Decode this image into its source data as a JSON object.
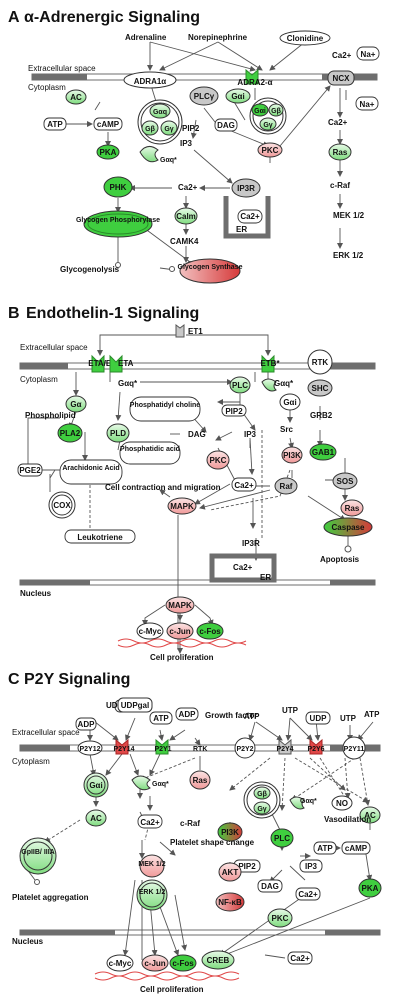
{
  "panels": [
    {
      "letter": "A",
      "title": "α-Adrenergic Signaling",
      "side_labels": {
        "extracellular": "Extracellular space",
        "cytoplasm": "Cytoplasm",
        "er": "ER"
      },
      "nodes": {
        "adrenaline": "Adrenaline",
        "norepinephrine": "Norepinephrine",
        "clonidine": "Clonidine",
        "ca_out": "Ca2+",
        "na_out": "Na+",
        "adra1a": "ADRA1α",
        "adra2a": "ADRA2-α",
        "ncx": "NCX",
        "na_in": "Na+",
        "ac": "AC",
        "gaq": "Gαq",
        "gb": "Gβ",
        "gg": "Gγ",
        "plcg": "PLCγ",
        "gai": "Gαi",
        "gai2": "Gαi",
        "gb2": "Gβ",
        "gg2": "Gγ",
        "atp": "ATP",
        "camp": "cAMP",
        "pip2": "PIP2",
        "dag": "DAG",
        "ca_cyto": "Ca2+",
        "pka": "PKA",
        "gaqstar": "Gαq*",
        "ip3": "IP3",
        "pkc": "PKC",
        "ras": "Ras",
        "craf": "c-Raf",
        "phk": "PHK",
        "ca2": "Ca2+",
        "ip3r": "IP3R",
        "ca_er": "Ca2+",
        "calm": "Calm",
        "camk4": "CAMK4",
        "mek": "MEK 1/2",
        "erk": "ERK 1/2",
        "glyphos": "Glycogen Phosphorylase",
        "glycogenolysis": "Glycogenolysis",
        "glysyn": "Glycogen Synthase"
      }
    },
    {
      "letter": "B",
      "title": "Endothelin-1 Signaling",
      "side_labels": {
        "extracellular": "Extracellular space",
        "cytoplasm": "Cytoplasm",
        "nucleus": "Nucleus",
        "er": "ER"
      },
      "nodes": {
        "et1": "ET1",
        "etab": "ETA/B",
        "eta": "ETA",
        "etb": "ETB*",
        "rtk": "RTK",
        "gaqstar": "Gαq*",
        "plc": "PLC",
        "gaqstar2": "Gαq*",
        "shc": "SHC",
        "ga": "Gα",
        "phospholipid": "Phospholipid",
        "phosphatidylcholine": "Phosphatidyl choline",
        "pip2": "PIP2",
        "gai": "Gαi",
        "grb2": "GRB2",
        "src": "Src",
        "pla2": "PLA2",
        "pld": "PLD",
        "dag": "DAG",
        "ip3": "IP3",
        "pi3k": "PI3K",
        "gab1": "GAB1",
        "phosphatidicacid": "Phosphatidic acid",
        "arachidonicacid": "Arachidonic Acid",
        "pge2": "PGE2",
        "pkc": "PKC",
        "sos": "SOS",
        "cox": "COX",
        "cellcontraction": "Cell contraction and migration",
        "ca_cyto": "Ca2+",
        "raf": "Raf",
        "ras": "Ras",
        "mapk": "MAPK",
        "caspase": "Caspase",
        "leukotriene": "Leukotriene",
        "apoptosis": "Apoptosis",
        "ip3r": "IP3R",
        "ca_er": "Ca2+",
        "mapk_n": "MAPK",
        "cmyc": "c-Myc",
        "cjun": "c-Jun",
        "cfos": "c-Fos",
        "prolif": "Cell proliferation"
      }
    },
    {
      "letter": "C",
      "title": "P2Y Signaling",
      "side_labels": {
        "extracellular": "Extracellular space",
        "cytoplasm": "Cytoplasm",
        "nucleus": "Nucleus"
      },
      "nodes": {
        "udpglc": "UDPglc",
        "udpgal": "UDPgal",
        "adp1": "ADP",
        "atp1": "ATP",
        "adp2": "ADP",
        "growthfactor": "Growth factor",
        "atp2": "ATP",
        "utp1": "UTP",
        "udp": "UDP",
        "utp2": "UTP",
        "atp3": "ATP",
        "p2y12": "P2Y12",
        "p2y14": "P2Y14",
        "p2y1": "P2Y1",
        "rtk": "RTK",
        "p2y2": "P2Y2",
        "p2y4": "P2Y4",
        "p2y6": "P2Y6",
        "p2y11": "P2Y11",
        "gai": "Gαi",
        "gaqstar": "Gαq*",
        "ras": "Ras",
        "gb": "Gβ",
        "gg": "Gγ",
        "gaqstar2": "Gαq*",
        "no": "NO",
        "ac": "AC",
        "ac2": "AC",
        "vasodilation": "Vasodilation",
        "ca_cyto": "Ca2+",
        "craf": "c-Raf",
        "platelet_shape": "Platelet shape change",
        "gpiib": "GpIIB/ IIIA",
        "pi3k": "PI3K",
        "plc": "PLC",
        "atp4": "ATP",
        "camp": "cAMP",
        "mek": "MEK 1/2",
        "pip2": "PIP2",
        "ip3": "IP3",
        "akt": "AKT",
        "dag": "DAG",
        "pka": "PKA",
        "erk": "ERK 1/2",
        "ca2": "Ca2+",
        "platelet_agg": "Platelet aggregation",
        "nfkb": "NF-κB",
        "pkc": "PKC",
        "cmyc": "c-Myc",
        "cjun": "c-Jun",
        "cfos": "c-Fos",
        "creb": "CREB",
        "ca_nuc": "Ca2+",
        "prolif": "Cell proliferation"
      }
    }
  ],
  "colors": {
    "green": "#3fce3f",
    "light_green": "#b6ecb6",
    "red": "#e04848",
    "pink": "#f2a8a8",
    "gray": "#c8c8c8",
    "membrane": "#6e6e6e",
    "white": "#ffffff",
    "line": "#555555"
  }
}
